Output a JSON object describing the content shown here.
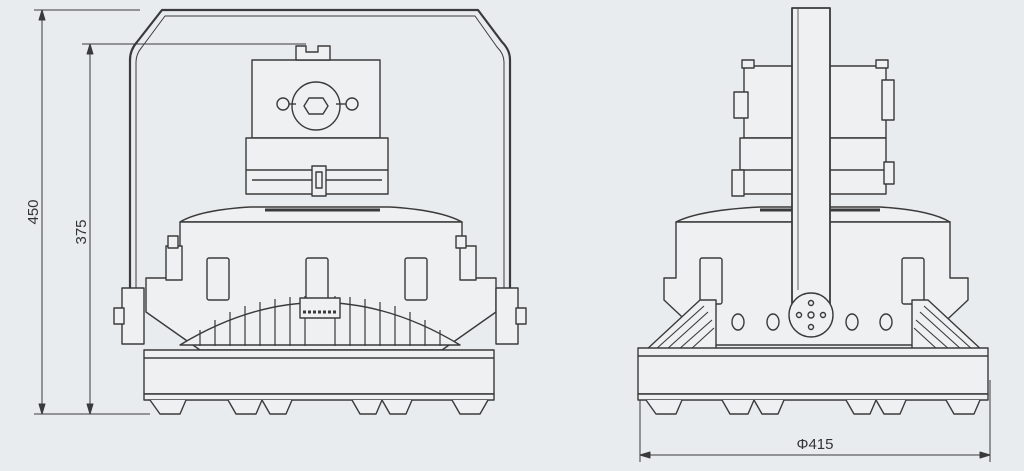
{
  "dimensions": {
    "overall_height": "450",
    "body_height": "375",
    "diameter": "Φ415"
  },
  "colors": {
    "background": "#e9ecef",
    "line": "#3a3a3a",
    "fill": "#eef0f2"
  }
}
